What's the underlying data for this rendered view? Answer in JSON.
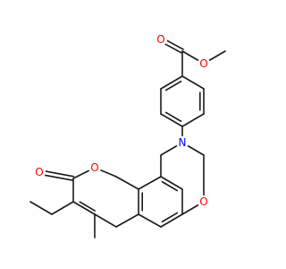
{
  "molecule": {
    "atom_labels": {
      "ester_carbonyl_o": "O",
      "ester_ether_o": "O",
      "amine_n": "N",
      "oxazine_o": "O",
      "lactone_carbonyl_o": "O",
      "lactone_ring_o": "O"
    }
  },
  "colors": {
    "bond": "#1a1a1a",
    "oxygen": "#ff0000",
    "nitrogen": "#0000ff",
    "background": "#ffffff"
  }
}
